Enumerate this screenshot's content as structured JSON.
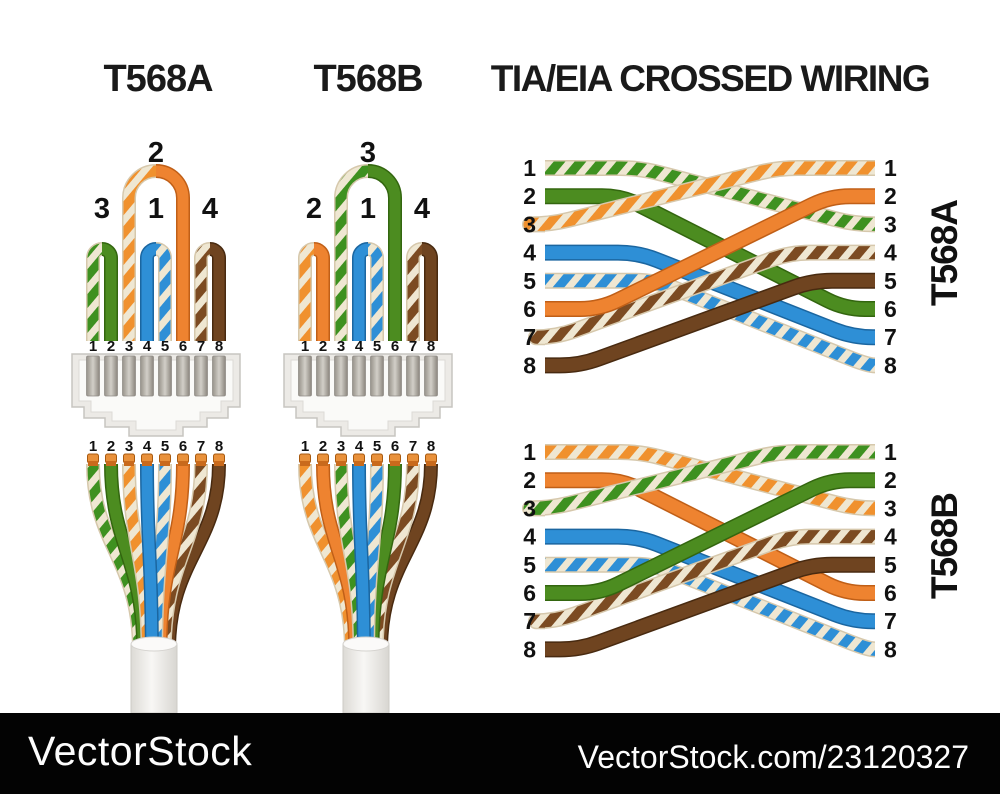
{
  "titles": {
    "t568a": "T568A",
    "t568b": "T568B",
    "crossed": "TIA/EIA CROSSED WIRING"
  },
  "side_labels": {
    "top": "T568A",
    "bottom": "T568B"
  },
  "watermark": {
    "brand": "VectorStock",
    "ref": "VectorStock.com/23120327",
    "bar_color": "#030303",
    "text_color": "#fdfdfd"
  },
  "pin_numbers": [
    "1",
    "2",
    "3",
    "4",
    "5",
    "6",
    "7",
    "8"
  ],
  "palette": {
    "wg": {
      "kind": "striped",
      "color": "#3e9120",
      "label": "white-green"
    },
    "g": {
      "kind": "solid",
      "color": "#4c8c20",
      "dark": "#33660f",
      "label": "green"
    },
    "wo": {
      "kind": "striped",
      "color": "#f0912e",
      "label": "white-orange"
    },
    "o": {
      "kind": "solid",
      "color": "#ee8330",
      "dark": "#c05f17",
      "label": "orange"
    },
    "wb": {
      "kind": "striped",
      "color": "#2e8fd6",
      "label": "white-blue"
    },
    "bl": {
      "kind": "solid",
      "color": "#2e8fd6",
      "dark": "#1b66a0",
      "label": "blue"
    },
    "wbr": {
      "kind": "striped",
      "color": "#7c4b22",
      "label": "white-brown"
    },
    "br": {
      "kind": "solid",
      "color": "#6f4420",
      "dark": "#482a10",
      "label": "brown"
    },
    "cream": "#efe7d2",
    "cream_dark": "#d6c8ac",
    "copper": "#e9913b",
    "copper_dark": "#a85a10",
    "jack_body": "#eceae6",
    "jack_edge": "#c7c5c0",
    "jack_inner": "#fafaf8"
  },
  "connectors": [
    {
      "name": "T568A",
      "pin_order": [
        "wg",
        "g",
        "wo",
        "bl",
        "wb",
        "o",
        "wbr",
        "br"
      ],
      "pairs": [
        {
          "label": "3",
          "left_pin": 1,
          "right_pin": 2,
          "size": "small"
        },
        {
          "label": "2",
          "left_pin": 3,
          "right_pin": 6,
          "size": "big"
        },
        {
          "label": "1",
          "left_pin": 4,
          "right_pin": 5,
          "size": "small"
        },
        {
          "label": "4",
          "left_pin": 7,
          "right_pin": 8,
          "size": "small"
        }
      ]
    },
    {
      "name": "T568B",
      "pin_order": [
        "wo",
        "o",
        "wg",
        "bl",
        "wb",
        "g",
        "wbr",
        "br"
      ],
      "pairs": [
        {
          "label": "2",
          "left_pin": 1,
          "right_pin": 2,
          "size": "small"
        },
        {
          "label": "3",
          "left_pin": 3,
          "right_pin": 6,
          "size": "big"
        },
        {
          "label": "1",
          "left_pin": 4,
          "right_pin": 5,
          "size": "small"
        },
        {
          "label": "4",
          "left_pin": 7,
          "right_pin": 8,
          "size": "small"
        }
      ]
    }
  ],
  "crossed": {
    "mapping": [
      3,
      6,
      1,
      7,
      8,
      2,
      4,
      5
    ],
    "diagrams": [
      {
        "label": "T568A",
        "left_order": [
          "wg",
          "g",
          "wo",
          "bl",
          "wb",
          "o",
          "wbr",
          "br"
        ]
      },
      {
        "label": "T568B",
        "left_order": [
          "wo",
          "o",
          "wg",
          "bl",
          "wb",
          "g",
          "wbr",
          "br"
        ]
      }
    ]
  }
}
